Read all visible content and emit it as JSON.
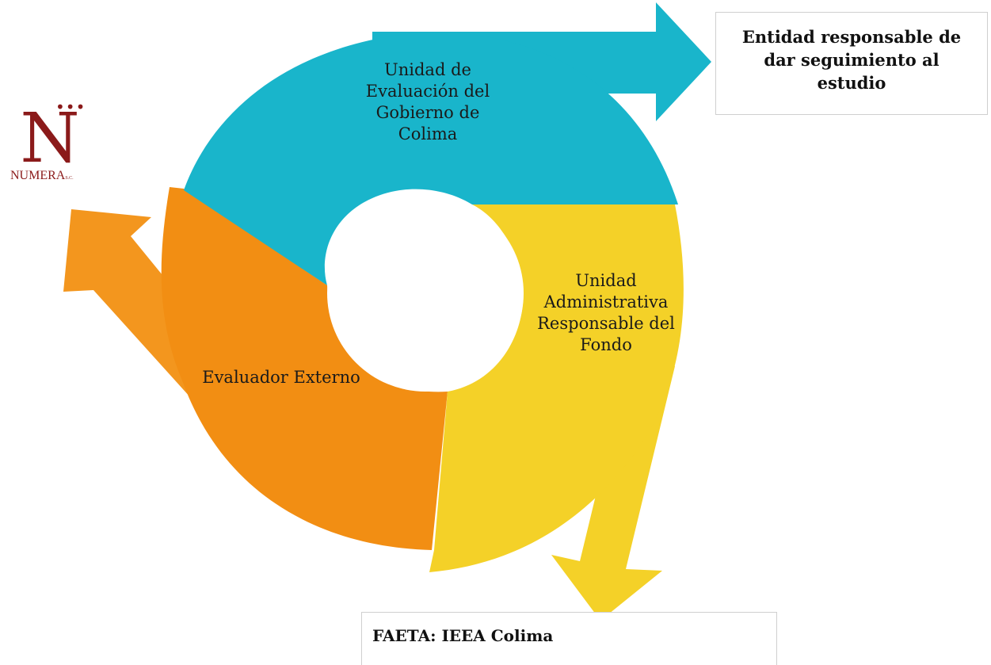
{
  "segments": [
    {
      "id": "teal",
      "lines": [
        "Unidad de",
        "Evaluación del",
        "Gobierno de",
        "Colima"
      ],
      "color": "#19b5cb"
    },
    {
      "id": "yellow",
      "lines": [
        "Unidad",
        "Administrativa",
        "Responsable del",
        "Fondo"
      ],
      "color": "#f4d128"
    },
    {
      "id": "orange",
      "lines": [
        "Evaluador Externo"
      ],
      "color": "#f28e13"
    }
  ],
  "callouts": {
    "top": [
      "Entidad responsable de",
      "dar seguimiento al",
      "estudio"
    ],
    "bottom": "FAETA: IEEA Colima"
  },
  "logo": {
    "mark": "N",
    "dots": "•••",
    "name": "NUMERA",
    "suffix": "S.C.",
    "color": "#8b1a1a"
  },
  "colors": {
    "teal": "#19b5cb",
    "yellow": "#f4d128",
    "orange": "#f28e13",
    "orange_arrow": "#f3961e"
  }
}
